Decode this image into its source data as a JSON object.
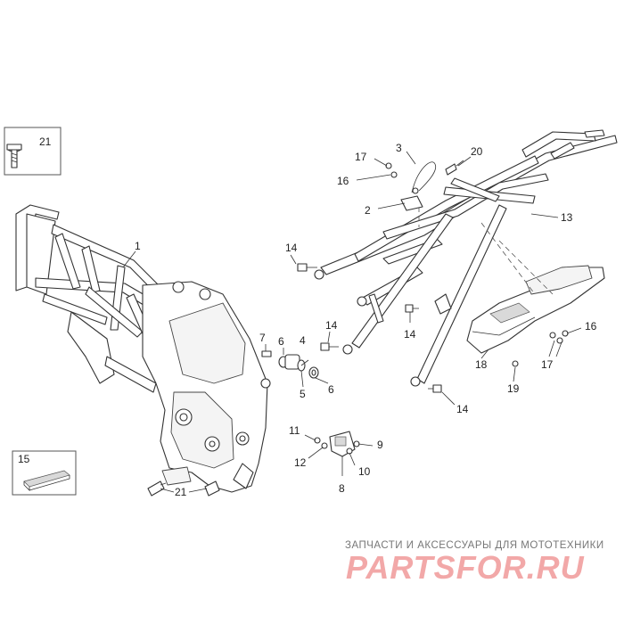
{
  "callouts": {
    "c1": "1",
    "c2": "2",
    "c3": "3",
    "c4": "4",
    "c5": "5",
    "c6a": "6",
    "c6b": "6",
    "c7": "7",
    "c8": "8",
    "c9": "9",
    "c10": "10",
    "c11": "11",
    "c12": "12",
    "c13": "13",
    "c14a": "14",
    "c14b": "14",
    "c14c": "14",
    "c14d": "14",
    "c15": "15",
    "c16a": "16",
    "c16b": "16",
    "c17a": "17",
    "c17b": "17",
    "c18": "18",
    "c19": "19",
    "c20": "20",
    "c21a": "21",
    "c21b": "21"
  },
  "watermark": {
    "tagline": "ЗАПЧАСТИ И АКСЕССУАРЫ ДЛЯ МОТОТЕХНИКИ",
    "brand": "PARTSFOR.RU"
  },
  "colors": {
    "line": "#333333",
    "brand": "#f2a8a8",
    "tagline": "#777777"
  }
}
